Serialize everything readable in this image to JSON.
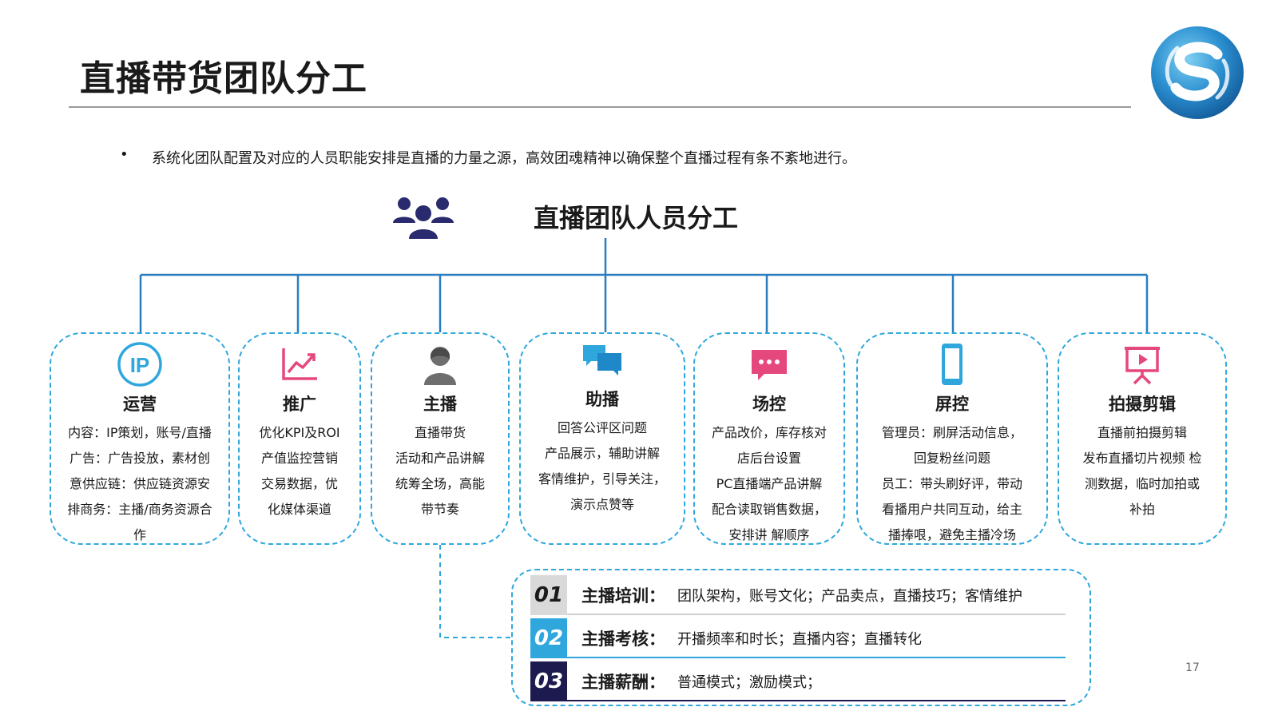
{
  "slide": {
    "title": "直播带货团队分工",
    "intro": "系统化团队配置及对应的人员职能安排是直播的力量之源，高效团魂精神以确保整个直播过程有条不紊地进行。",
    "bullet": "•",
    "heading": "直播团队人员分工",
    "page_number": "17"
  },
  "colors": {
    "accent_blue": "#2fa7dd",
    "line_blue": "#2b7dc0",
    "pink": "#e5487d",
    "navy": "#2a2a6e",
    "dark_navy": "#1c1a4f",
    "gray": "#555555"
  },
  "roles": [
    {
      "icon": "ip-icon",
      "name": "运营",
      "lines": [
        "内容：IP策划，账号/直播",
        "广告：广告投放，素材创",
        "意供应链：供应链资源安",
        "排商务：主播/商务资源合",
        "作"
      ]
    },
    {
      "icon": "trend-chart-icon",
      "name": "推广",
      "lines": [
        "优化KPI及ROI",
        "产值监控营销",
        "交易数据，优",
        "化媒体渠道"
      ]
    },
    {
      "icon": "host-person-icon",
      "name": "主播",
      "lines": [
        "直播带货",
        "活动和产品讲解",
        "统筹全场，高能",
        "带节奏"
      ]
    },
    {
      "icon": "chat-bubbles-icon",
      "name": "助播",
      "lines": [
        "回答公评区问题",
        "产品展示，辅助讲解",
        "客情维护，引导关注，",
        "演示点赞等"
      ]
    },
    {
      "icon": "message-icon",
      "name": "场控",
      "lines": [
        "产品改价，库存核对",
        "店后台设置",
        "PC直播端产品讲解",
        "配合读取销售数据，",
        "安排讲 解顺序"
      ]
    },
    {
      "icon": "phone-icon",
      "name": "屏控",
      "lines": [
        "管理员：刷屏活动信息，",
        "回复粉丝问题",
        "员工：带头刷好评，带动",
        "看播用户共同互动，给主",
        "播捧哏，避免主播冷场"
      ]
    },
    {
      "icon": "video-presentation-icon",
      "name": "拍摄剪辑",
      "lines": [
        "直播前拍摄剪辑",
        "发布直播切片视频 检",
        "测数据，临时加拍或",
        "补拍"
      ]
    }
  ],
  "training": [
    {
      "number": "01",
      "label": "主播培训：",
      "desc": "团队架构，账号文化；产品卖点，直播技巧；客情维护"
    },
    {
      "number": "02",
      "label": "主播考核：",
      "desc": "开播频率和时长；直播内容；直播转化"
    },
    {
      "number": "03",
      "label": "主播薪酬：",
      "desc": "普通模式；激励模式；"
    }
  ]
}
